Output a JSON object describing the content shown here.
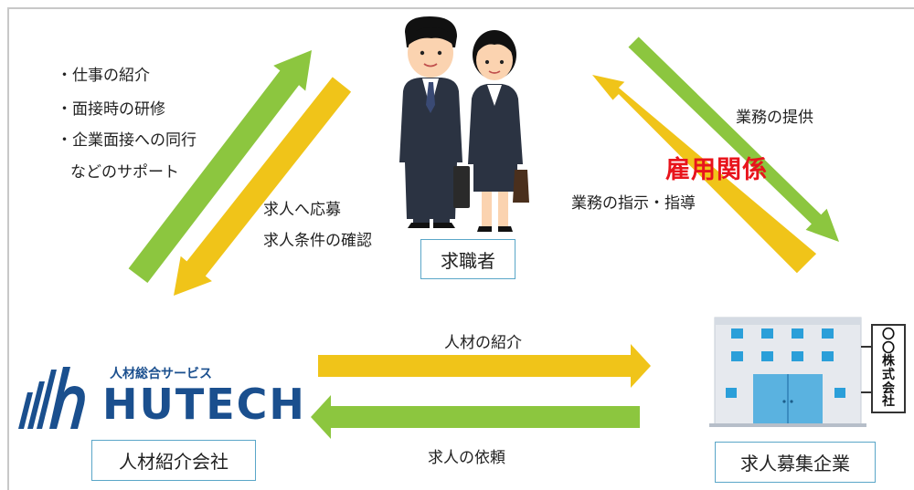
{
  "recruit_support": {
    "items": [
      "・仕事の紹介",
      "・面接時の研修",
      "・企業面接への同行",
      "などのサポート"
    ]
  },
  "jobseeker_to_agency": [
    "求人へ応募",
    "求人条件の確認"
  ],
  "jobseeker_label": "求職者",
  "company_to_jobseeker": "業務の指示・指導",
  "jobseeker_to_company": "業務の提供",
  "employment_label": "雇用関係",
  "agency_to_company": "人材の紹介",
  "company_to_agency": "求人の依頼",
  "agency": {
    "logo_sub": "人材総合サービス",
    "logo_main": "HUTECH",
    "label": "人材紹介会社"
  },
  "company": {
    "sign_chars": [
      "〇",
      "〇",
      "株",
      "式",
      "会",
      "社"
    ],
    "label": "求人募集企業"
  },
  "colors": {
    "green": "#8cc63f",
    "yellow": "#f0c419",
    "red": "#e8141c",
    "border": "#5aa6c8",
    "navy": "#1a4f8e"
  }
}
